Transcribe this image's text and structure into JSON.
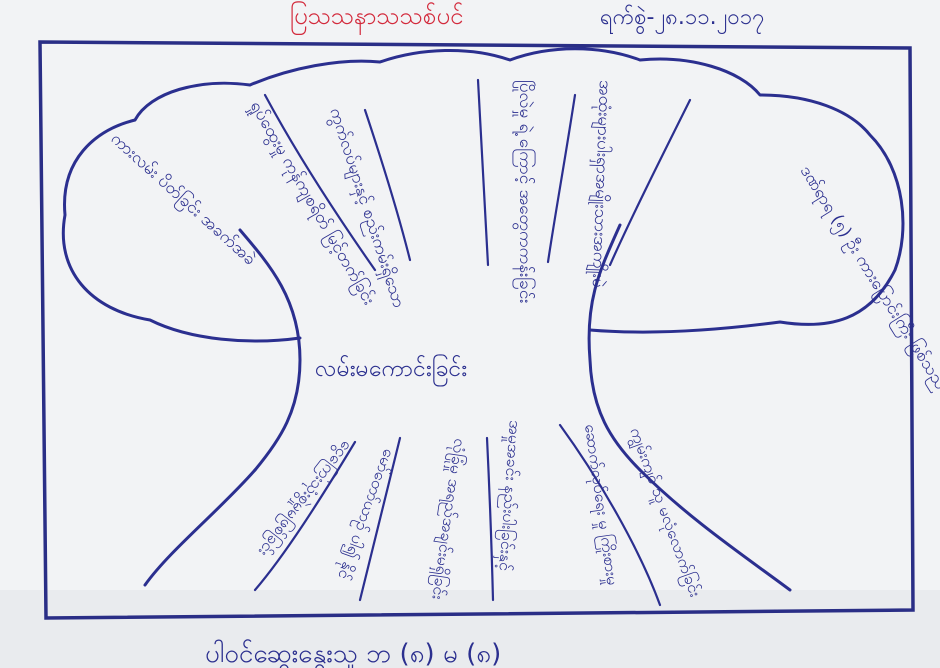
{
  "header": {
    "title_red": "ပြသသနာသသစ်ပင်",
    "date": "ရက်စွဲ-၂၈.၁၁.၂၀၁၇"
  },
  "trunk": {
    "label": "လမ်းမကောင်းခြင်း"
  },
  "canopy_branches": [
    "ဒဏ်ရာရ (၅) ဦး ကားပြောင်းကြီး ဖြစ်သည်",
    "အထုံးများပါးရှာအမျိုးသားအကျိုးမဲ",
    "ပြိုလဲမှု ရဲ့ ကြောင့် အတွေကကန်းခြင်း",
    "ကွက်လပ်များနှင့် စည်းကမ်းရှိသော",
    "ရှုပ်ထွေးမှု ကုန်ကျစရိတ် မြင့်တက်ခြင်း",
    "ကားလမ်း ပိတ်ခြင်း အခက်အခဲ"
  ],
  "root_branches": [
    "ငွေကြေးသုံးစွဲမှုမဖြစ်ခြင်း",
    "မော်တော်ယာဉ် ပါ၍ နိုင်",
    "လုံခြုံမှု အရည်အချင်းမရှိခြင်း",
    "အမှုအခင်း နည်းပါးခြင်းနှင့်",
    "ဆောက်လုပ်ရေး မှု ကြိုးစားမှု",
    "ကျွမ်းကျင် သူ မလုံလောက်ခြင်း"
  ],
  "footer": {
    "text": "ပါဝင်ဆွေးနွေးသူ ဘ (၈) မ (၈)"
  },
  "colors": {
    "ink": "#2b2f8f",
    "title_red": "#d32a3c",
    "paper": "#f1f2f4"
  }
}
